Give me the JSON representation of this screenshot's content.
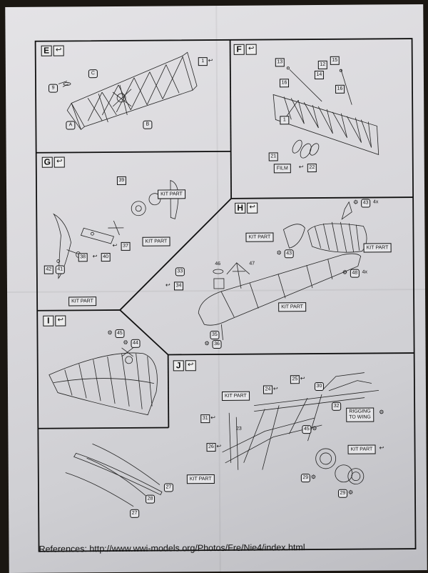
{
  "sections": {
    "E": {
      "letter": "E",
      "icon": "return-arrow-icon",
      "callouts": {
        "c1": "1",
        "c9": "9",
        "cC": "C",
        "cA": "A",
        "cB": "B"
      }
    },
    "F": {
      "letter": "F",
      "icon": "return-arrow-icon",
      "callouts": {
        "c13": "13",
        "c12": "12",
        "c15": "15",
        "c14": "14",
        "c16a": "16",
        "c16b": "16",
        "c1": "1",
        "c21": "21",
        "c22": "22"
      },
      "film_label": "FILM"
    },
    "G": {
      "letter": "G",
      "icon": "return-arrow-icon",
      "callouts": {
        "c39": "39",
        "c37": "37",
        "c38": "38",
        "c40": "40",
        "c42": "42",
        "c41": "41"
      },
      "kit_part_1": "KIT PART",
      "kit_part_2": "KIT PART",
      "kit_part_3": "KIT PART"
    },
    "H": {
      "letter": "H",
      "icon": "return-arrow-icon",
      "callouts": {
        "c43a": "43",
        "x4a": "4x",
        "c43b": "43",
        "c46": "46",
        "c47": "47",
        "c33": "33",
        "c34": "34",
        "c48": "48",
        "x4b": "4x",
        "c35": "35",
        "c36": "36"
      },
      "kit_part_1": "KIT PART",
      "kit_part_2": "KIT PART",
      "kit_part_3": "KIT PART"
    },
    "I": {
      "letter": "I",
      "icon": "return-arrow-icon",
      "callouts": {
        "c45": "45",
        "c44": "44"
      }
    },
    "J": {
      "letter": "J",
      "icon": "return-arrow-icon",
      "callouts": {
        "c25": "25",
        "c30": "30",
        "c24": "24",
        "c32": "32",
        "c31": "31",
        "c23": "23",
        "c45": "45",
        "c26": "26",
        "c29a": "29",
        "c29b": "29",
        "c27a": "27",
        "c28": "28",
        "c27b": "27"
      },
      "kit_part_1": "KIT PART",
      "kit_part_2": "KIT PART",
      "kit_part_3": "KIT PART",
      "rigging_line1": "RIGGING",
      "rigging_line2": "TO WING"
    }
  },
  "references": "References: http://www.wwi-models.org/Photos/Fre/Nie4/index.html"
}
